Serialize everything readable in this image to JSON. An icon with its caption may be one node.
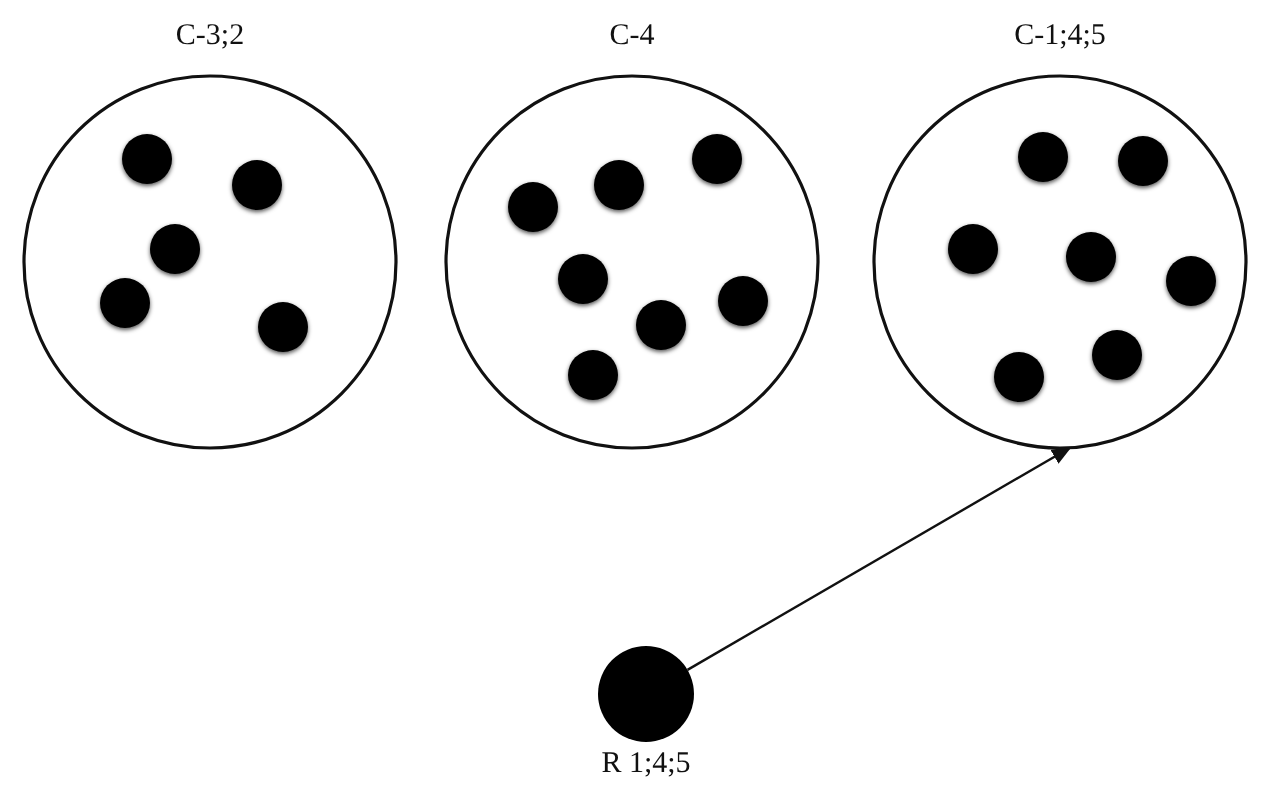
{
  "diagram": {
    "nodes": [
      {
        "text": [
          "C-3;2"
        ]
      },
      {
        "text": [],
        "shape": "circle",
        "in": 0
      },
      {
        "text": [],
        "shape": "circle",
        "in": 0
      },
      {
        "text": [],
        "shape": "circle",
        "in": 0
      },
      {
        "text": [],
        "shape": "circle",
        "in": 0
      },
      {
        "text": [],
        "shape": "circle",
        "in": 0
      },
      {
        "text": [
          "C-4"
        ]
      },
      {
        "text": [],
        "shape": "circle",
        "in": 6
      },
      {
        "text": [],
        "shape": "circle",
        "in": 6
      },
      {
        "text": [],
        "shape": "circle",
        "in": 6
      },
      {
        "text": [],
        "shape": "circle",
        "in": 6
      },
      {
        "text": [],
        "shape": "circle",
        "in": 6
      },
      {
        "text": [],
        "shape": "circle",
        "in": 6
      },
      {
        "text": [],
        "shape": "circle",
        "in": 6
      },
      {
        "text": [
          "C-1;4;5"
        ]
      },
      {
        "text": [],
        "shape": "circle",
        "in": 14
      },
      {
        "text": [],
        "shape": "circle",
        "in": 14
      },
      {
        "text": [],
        "shape": "circle",
        "in": 14
      },
      {
        "text": [],
        "shape": "circle",
        "in": 14
      },
      {
        "text": [],
        "shape": "circle",
        "in": 14
      },
      {
        "text": [],
        "shape": "circle",
        "in": 14
      },
      {
        "text": [],
        "shape": "circle",
        "in": 14
      },
      {
        "text": [
          "R 1;4;5"
        ]
      }
    ],
    "edges": [
      {
        "from": 22,
        "to": 14,
        "arrow": "to"
      }
    ]
  }
}
